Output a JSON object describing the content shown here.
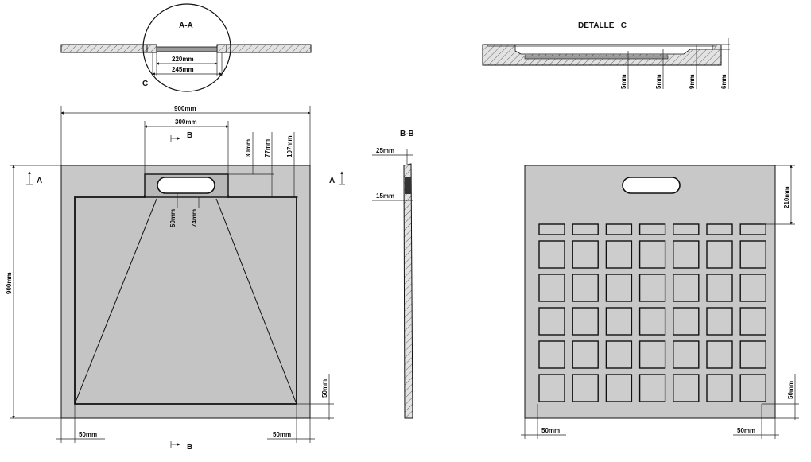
{
  "section_aa": {
    "title": "A-A",
    "dim_inner": "220mm",
    "dim_outer": "245mm",
    "detail_marker": "C"
  },
  "detail_c": {
    "title": "DETALLE   C",
    "dims": [
      "5mm",
      "5mm",
      "9mm",
      "6mm"
    ]
  },
  "plan_top": {
    "width": "900mm",
    "drain_width": "300mm",
    "height": "900mm",
    "section_b_label": "B",
    "section_a_label": "A",
    "v_dims": [
      "30mm",
      "77mm",
      "107mm"
    ],
    "drain_dims": [
      "50mm",
      "74mm"
    ],
    "bottom_margin": "50mm",
    "left_margin": "50mm",
    "right_margin": "50mm"
  },
  "section_bb": {
    "title": "B-B",
    "dim_top": "25mm",
    "dim_bottom": "15mm"
  },
  "plan_bottom": {
    "top_dim": "210mm",
    "bottom_margin": "50mm",
    "left_margin": "50mm",
    "right_margin": "50mm",
    "grid_columns": 7,
    "grid_rows": 5
  },
  "colors": {
    "tray_fill": "#c8c8c8",
    "line": "#111111",
    "background": "#ffffff"
  }
}
